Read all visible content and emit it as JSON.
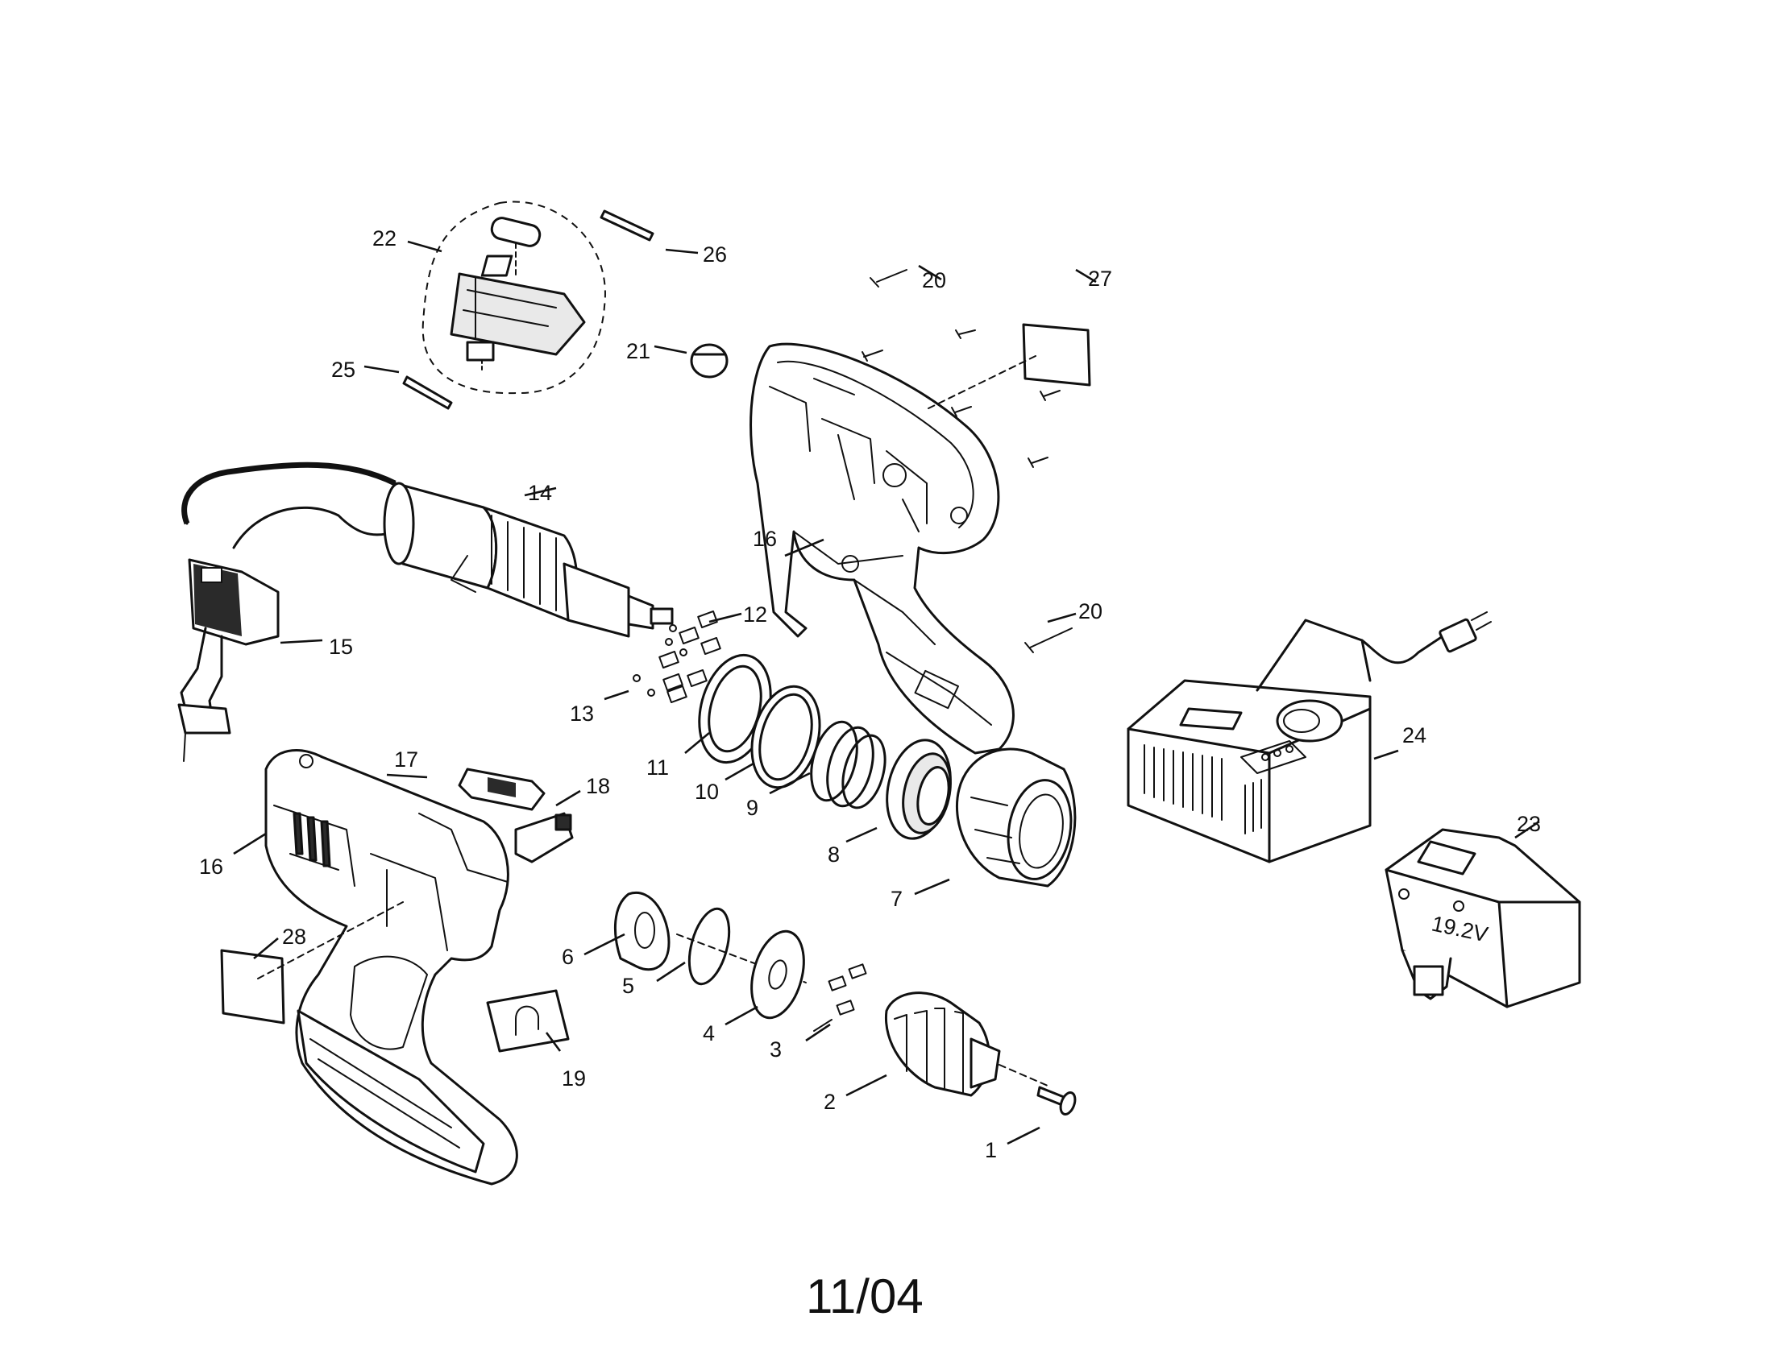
{
  "labels": {
    "l1": "1",
    "l2": "2",
    "l3": "3",
    "l4": "4",
    "l5": "5",
    "l6": "6",
    "l7": "7",
    "l8": "8",
    "l9": "9",
    "l10": "10",
    "l11": "11",
    "l12": "12",
    "l13": "13",
    "l14": "14",
    "l15": "15",
    "l16a": "16",
    "l16b": "16",
    "l17": "17",
    "l18": "18",
    "l19": "19",
    "l20a": "20",
    "l20b": "20",
    "l21": "21",
    "l22": "22",
    "l23": "23",
    "l24": "24",
    "l25": "25",
    "l26": "26",
    "l27": "27",
    "l28": "28"
  },
  "battery_marking": "19.2V",
  "footer_date": "11/04"
}
